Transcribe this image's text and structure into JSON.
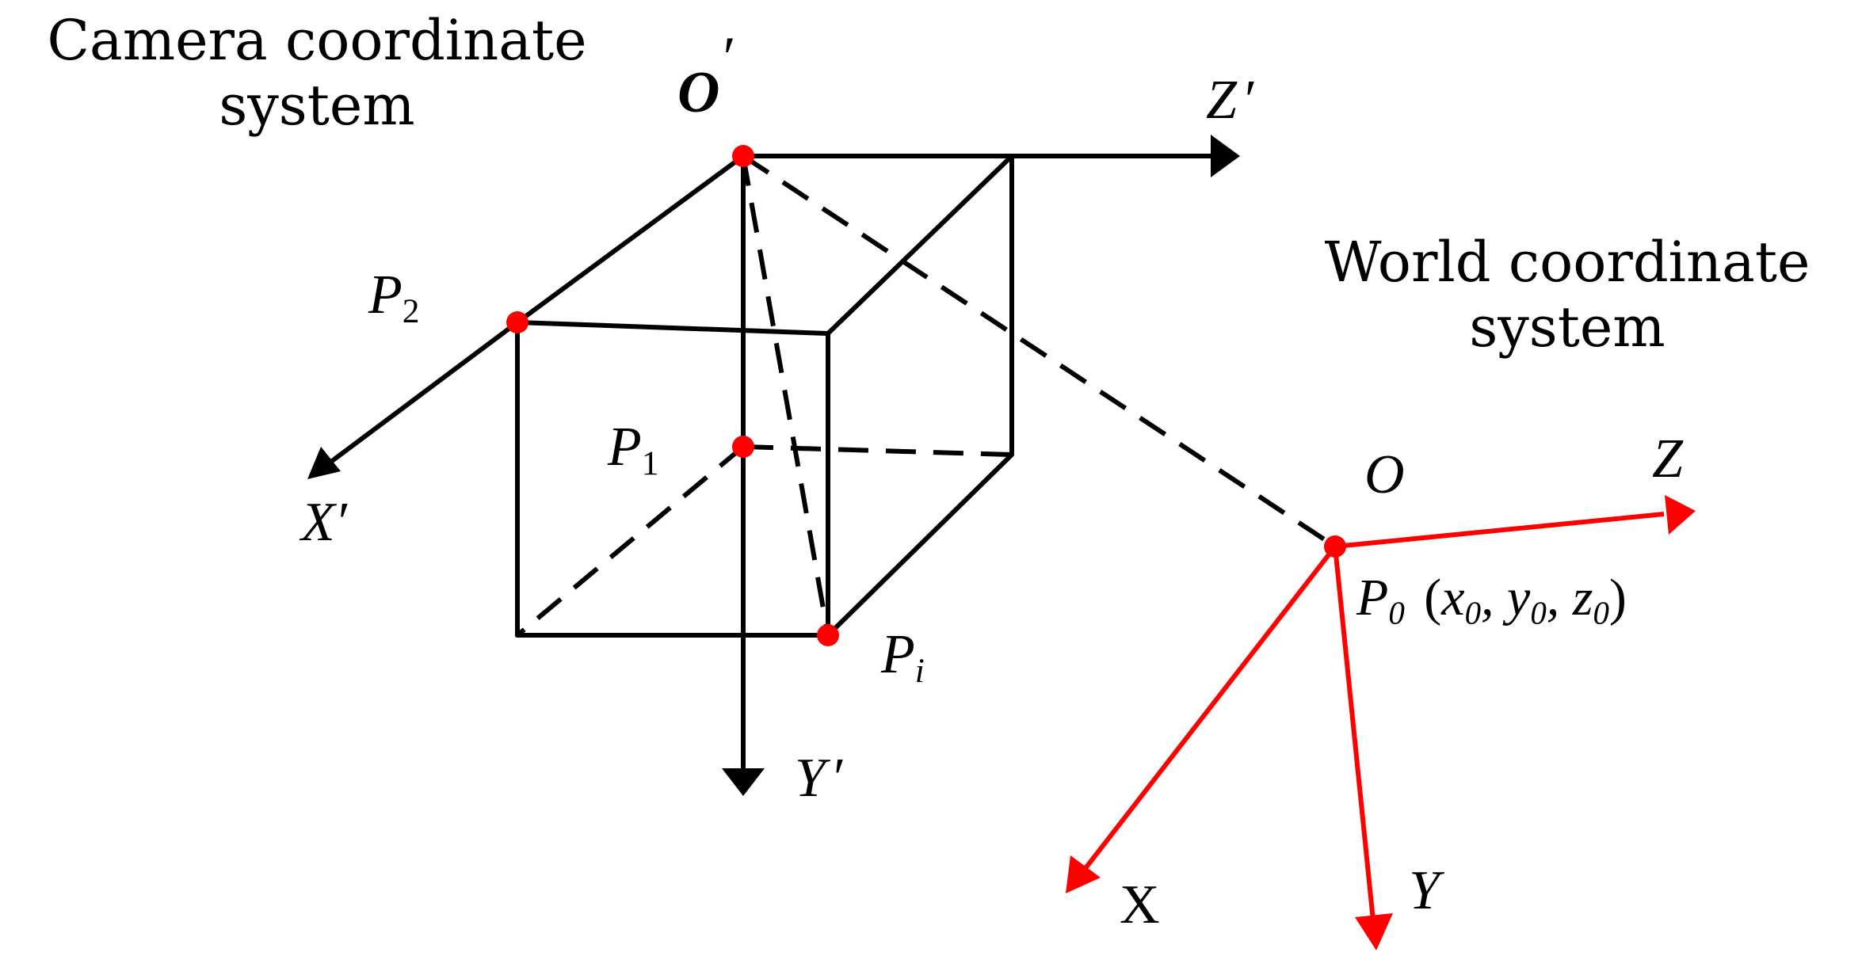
{
  "camera_system": {
    "title_line1": "Camera coordinate",
    "title_line2": "system",
    "origin": {
      "base": "O",
      "prime": "′"
    },
    "axis_x": {
      "base": "X",
      "prime": "′"
    },
    "axis_y": {
      "base": "Y",
      "prime": "′"
    },
    "axis_z": {
      "base": "Z",
      "prime": "′"
    }
  },
  "world_system": {
    "title_line1": "World coordinate",
    "title_line2": "system",
    "origin": "O",
    "axis_x": "X",
    "axis_y": "Y",
    "axis_z": "Z"
  },
  "points": {
    "p1": {
      "base": "P",
      "sub": "1"
    },
    "p2": {
      "base": "P",
      "sub": "2"
    },
    "pi": {
      "base": "P",
      "sub": "i"
    },
    "p0": {
      "base": "P",
      "sub": "0",
      "open": "(",
      "x": "x",
      "x_sub": "0",
      "sep1": ",",
      "y": "y",
      "y_sub": "0",
      "sep2": ",",
      "z": "z",
      "z_sub": "0",
      "close": ")"
    }
  },
  "colors": {
    "camera": "#000000",
    "world": "#ff0000",
    "point": "#ff0000"
  }
}
